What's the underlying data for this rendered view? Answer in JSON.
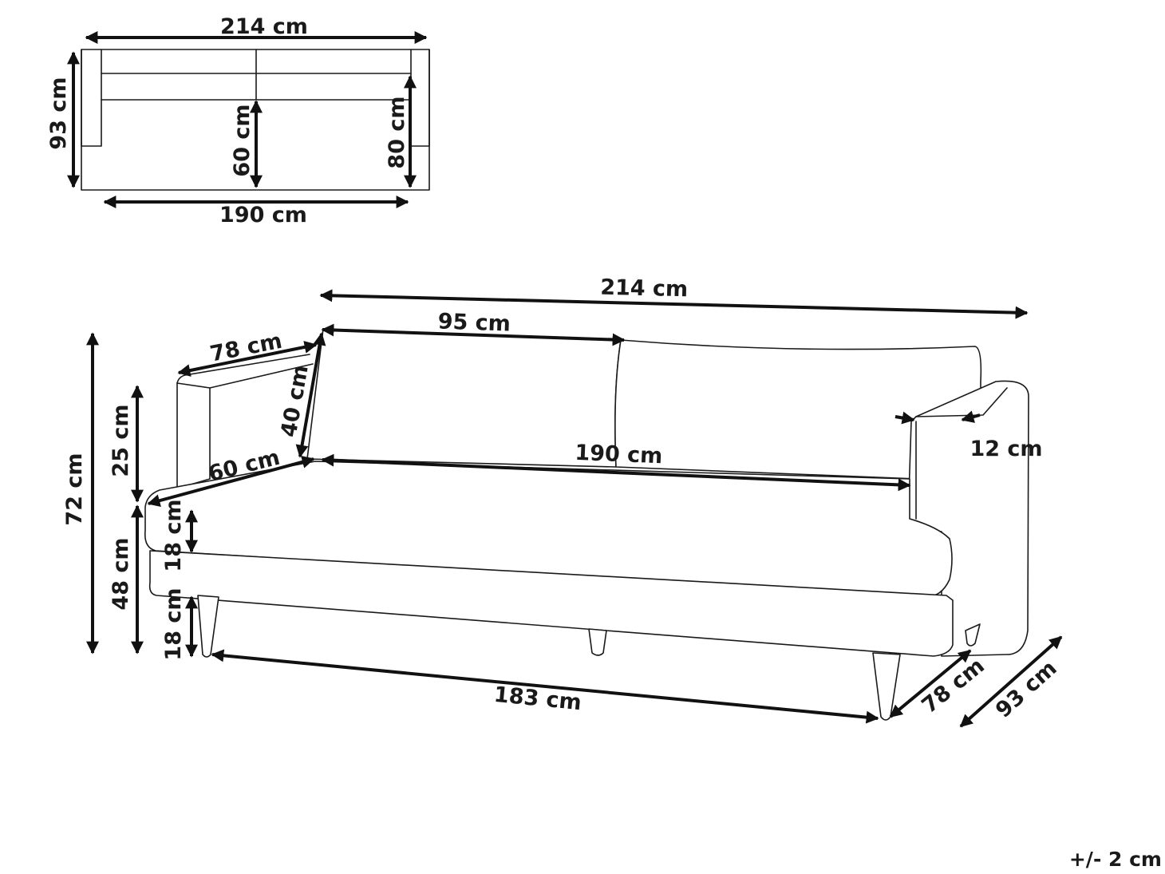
{
  "top_view": {
    "width_label": "214 cm",
    "depth_label": "93 cm",
    "seat_depth_label": "60 cm",
    "inner_depth_label": "80 cm",
    "inner_width_label": "190 cm"
  },
  "perspective_view": {
    "total_width_label": "214 cm",
    "back_cushion_width_label": "95 cm",
    "armrest_depth_label": "78 cm",
    "back_cushion_height_label": "40 cm",
    "seat_depth_label": "60 cm",
    "seat_width_label": "190 cm",
    "armrest_width_label": "12 cm",
    "total_height_label": "72 cm",
    "back_height_label": "25 cm",
    "seat_height_label": "48 cm",
    "cushion_thickness_label": "18 cm",
    "leg_height_label": "18 cm",
    "leg_span_label": "183 cm",
    "base_depth_label": "78 cm",
    "total_depth_label": "93 cm"
  },
  "tolerance_label": "+/- 2 cm"
}
